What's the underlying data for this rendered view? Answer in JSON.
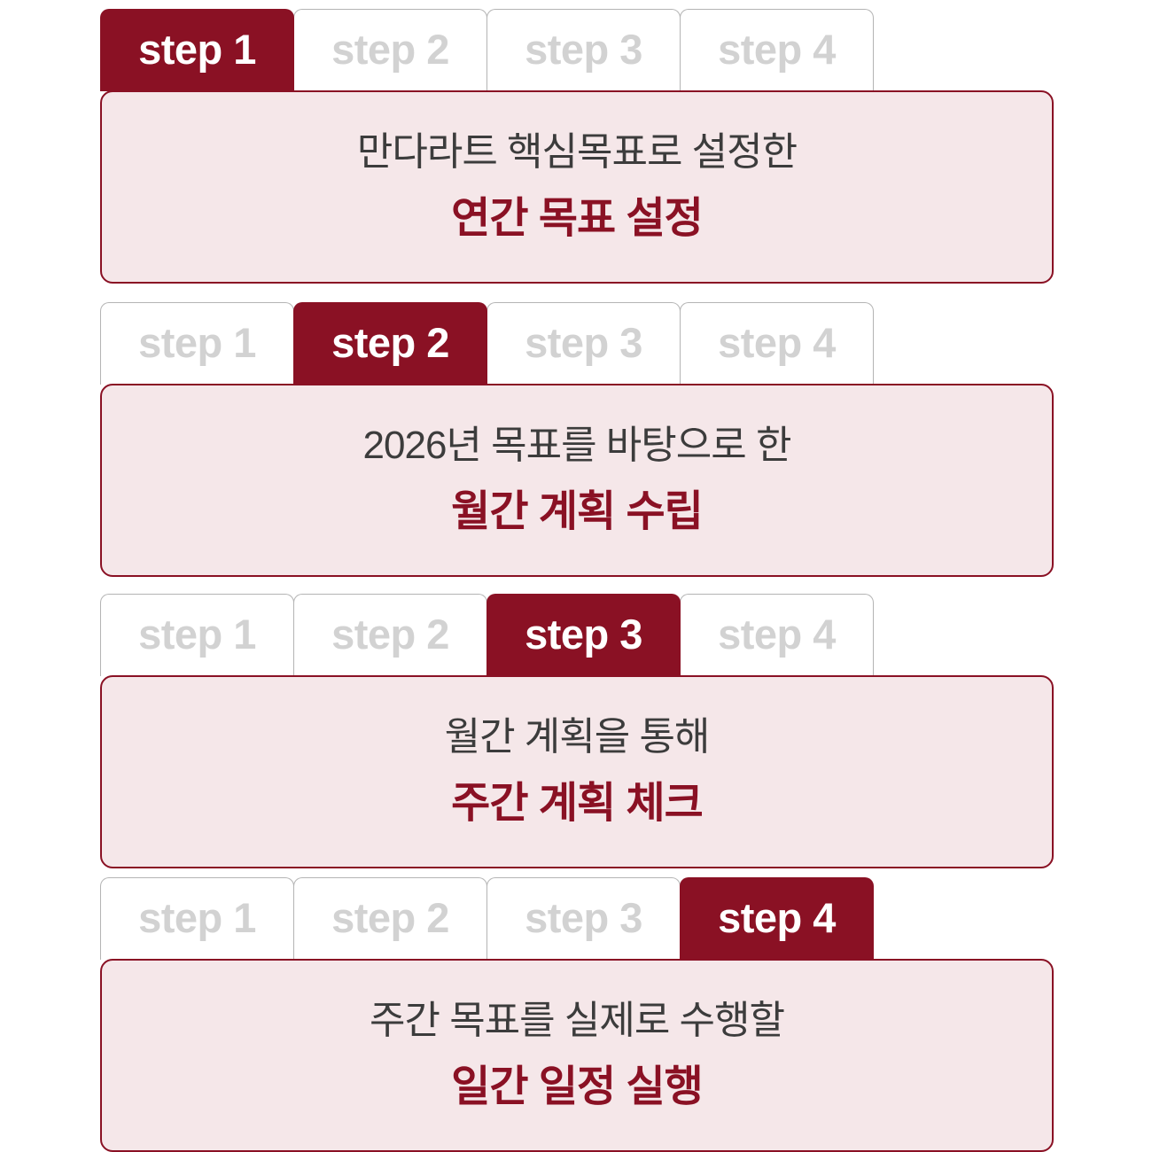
{
  "theme": {
    "accent": "#8A1124",
    "card_bg": "#F5E7E9",
    "tab_inactive_text": "#D2D2D2",
    "tab_border": "#B4B4B4",
    "sub_text": "#3C3C3C",
    "page_bg": "#FFFFFF"
  },
  "steps": [
    {
      "active_index": 0,
      "tabs": [
        {
          "label": "step 1",
          "active": true
        },
        {
          "label": "step 2",
          "active": false
        },
        {
          "label": "step 3",
          "active": false
        },
        {
          "label": "step 4",
          "active": false
        }
      ],
      "subtitle": "만다라트 핵심목표로 설정한",
      "title": "연간 목표 설정"
    },
    {
      "active_index": 1,
      "tabs": [
        {
          "label": "step 1",
          "active": false
        },
        {
          "label": "step 2",
          "active": true
        },
        {
          "label": "step 3",
          "active": false
        },
        {
          "label": "step 4",
          "active": false
        }
      ],
      "subtitle": "2026년 목표를 바탕으로 한",
      "title": "월간 계획 수립"
    },
    {
      "active_index": 2,
      "tabs": [
        {
          "label": "step 1",
          "active": false
        },
        {
          "label": "step 2",
          "active": false
        },
        {
          "label": "step 3",
          "active": true
        },
        {
          "label": "step 4",
          "active": false
        }
      ],
      "subtitle": "월간 계획을 통해",
      "title": "주간 계획 체크"
    },
    {
      "active_index": 3,
      "tabs": [
        {
          "label": "step 1",
          "active": false
        },
        {
          "label": "step 2",
          "active": false
        },
        {
          "label": "step 3",
          "active": false
        },
        {
          "label": "step 4",
          "active": true
        }
      ],
      "subtitle": "주간 목표를 실제로 수행할",
      "title": "일간 일정 실행"
    }
  ]
}
